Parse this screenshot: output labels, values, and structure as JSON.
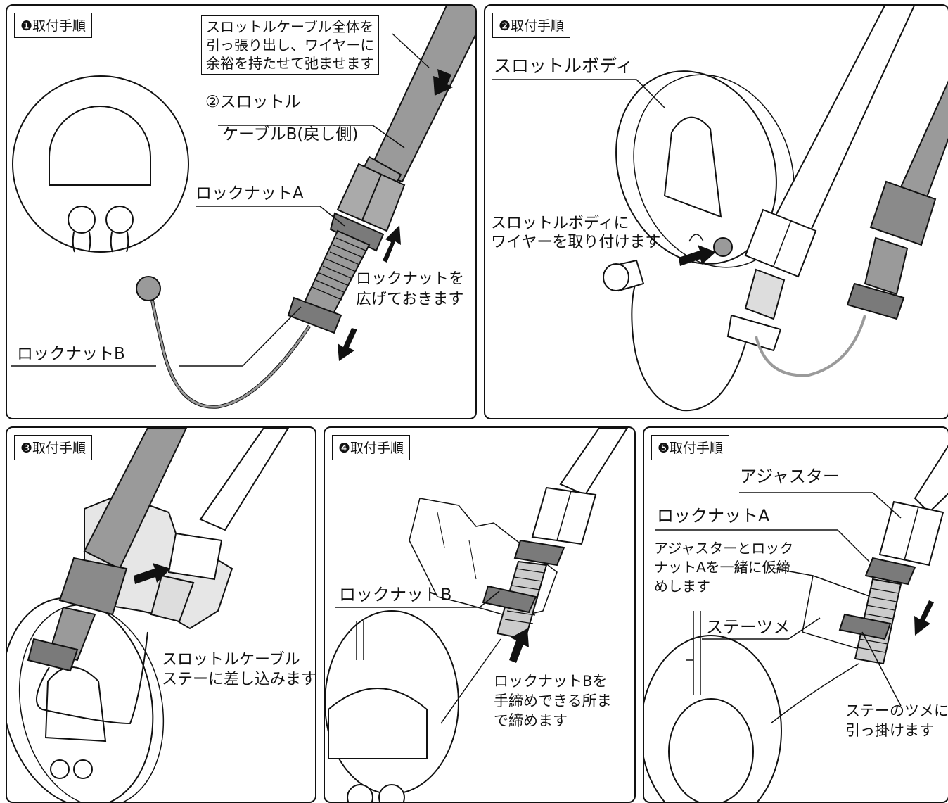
{
  "steps": [
    {
      "label": "❶取付手順",
      "callouts": {
        "pull_note": "スロットルケーブル全体を\n引っ張り出し、ワイヤーに\n余裕を持たせて弛ませます",
        "cable_b_line1": "②スロットル",
        "cable_b_line2": "ケーブルB(戻し側)",
        "locknut_a": "ロックナットA",
        "spread_note": "ロックナットを\n広げておきます",
        "locknut_b": "ロックナットB"
      }
    },
    {
      "label": "❷取付手順",
      "callouts": {
        "throttle_body": "スロットルボディ",
        "attach_note": "スロットルボディに\nワイヤーを取り付けます"
      }
    },
    {
      "label": "❸取付手順",
      "callouts": {
        "insert_note": "スロットルケーブル\nステーに差し込みます"
      }
    },
    {
      "label": "❹取付手順",
      "callouts": {
        "locknut_b": "ロックナットB",
        "tighten_note": "ロックナットBを\n手締めできる所ま\nで締めます"
      }
    },
    {
      "label": "❺取付手順",
      "callouts": {
        "adjuster": "アジャスター",
        "locknut_a": "ロックナットA",
        "temp_tighten_note": "アジャスターとロック\nナットAを一緒に仮締\nめします",
        "stay_tab": "ステーツメ",
        "hook_note": "ステーのツメに\n引っ掛けます"
      }
    }
  ],
  "colors": {
    "cable_gray": "#9a9a9a",
    "nut_dark": "#7a7a7a",
    "outline": "#111111",
    "arrow": "#111111"
  }
}
